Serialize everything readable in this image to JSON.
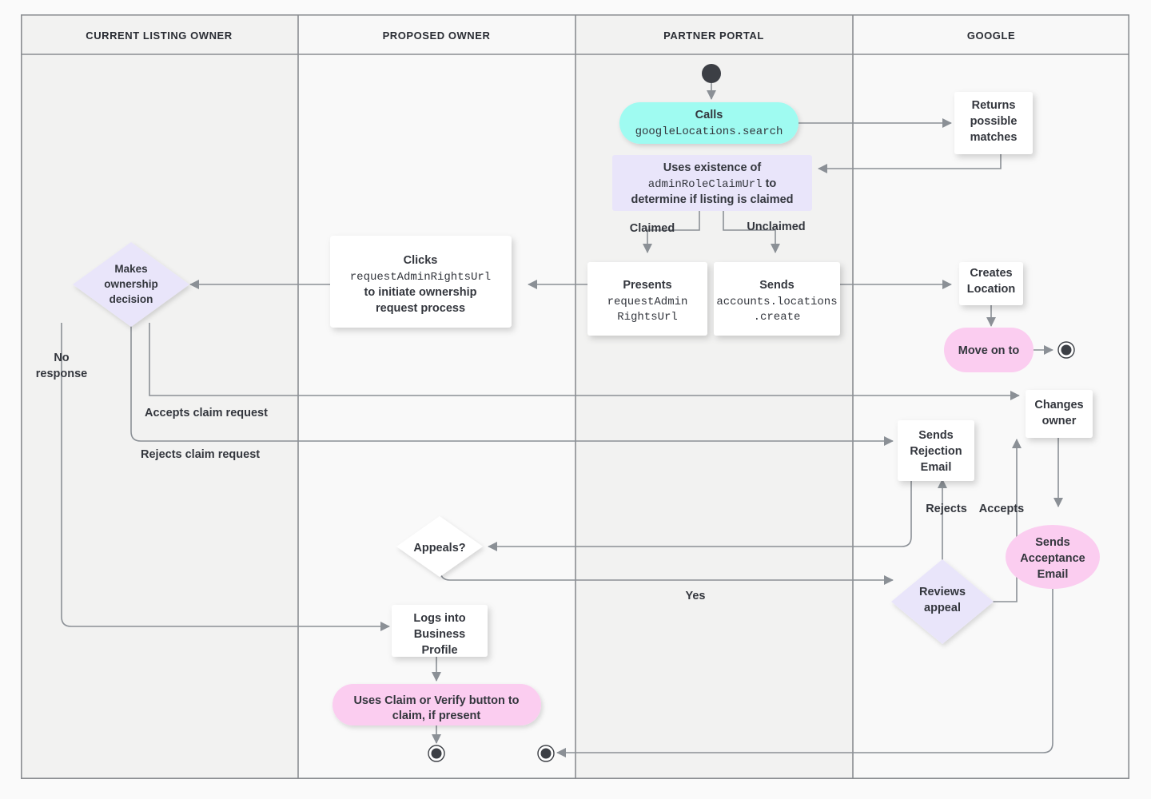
{
  "diagram": {
    "title": "Google Business Profile listing ownership transfer flow",
    "colors": {
      "page_bg": "#fafafa",
      "lane_header_bg": "#f2f2f2",
      "lane_bg_alt": "#f2f2f1",
      "lane_bg": "#f9f9f9",
      "border": "#8a8d91",
      "edge": "#8b9096",
      "text": "#33363d",
      "cyan": "#9ffbf1",
      "lavender": "#e9e5fa",
      "pink": "#fbcdf0",
      "white": "#ffffff",
      "node_dark": "#3c3f45"
    },
    "lanes": [
      {
        "id": "current-listing-owner",
        "label": "CURRENT LISTING OWNER"
      },
      {
        "id": "proposed-owner",
        "label": "PROPOSED OWNER"
      },
      {
        "id": "partner-portal",
        "label": "PARTNER PORTAL"
      },
      {
        "id": "google",
        "label": "GOOGLE"
      }
    ],
    "nodes": {
      "start": {
        "kind": "start-node",
        "label": ""
      },
      "calls_search": {
        "kind": "rounded",
        "color": "cyan",
        "line1": "Calls",
        "line2": "googleLocations.search"
      },
      "returns_matches": {
        "kind": "box",
        "color": "white",
        "line1": "Returns",
        "line2": "possible",
        "line3": "matches"
      },
      "uses_existence": {
        "kind": "box",
        "color": "lavender",
        "line1": "Uses existence of",
        "line2": "adminRoleClaimUrl",
        "line2b": "to",
        "line3": "determine if listing is claimed"
      },
      "presents_url": {
        "kind": "box",
        "color": "white",
        "line1": "Presents",
        "line2": "requestAdmin",
        "line3": "RightsUrl"
      },
      "sends_create": {
        "kind": "box",
        "color": "white",
        "line1": "Sends",
        "line2": "accounts.locations",
        "line3": ".create"
      },
      "creates_location": {
        "kind": "box",
        "color": "white",
        "line1": "Creates",
        "line2": "Location"
      },
      "move_on_to": {
        "kind": "rounded",
        "color": "pink",
        "line1": "Move on to"
      },
      "end_google": {
        "kind": "end-node",
        "label": ""
      },
      "clicks_url": {
        "kind": "box",
        "color": "white",
        "line1": "Clicks",
        "line2": "requestAdminRightsUrl",
        "line3": "to initiate ownership",
        "line4": "request process"
      },
      "makes_decision": {
        "kind": "diamond",
        "color": "lavender",
        "line1": "Makes",
        "line2": "ownership",
        "line3": "decision"
      },
      "changes_owner": {
        "kind": "box",
        "color": "white",
        "line1": "Changes",
        "line2": "owner"
      },
      "sends_rejection": {
        "kind": "box",
        "color": "white",
        "line1": "Sends",
        "line2": "Rejection",
        "line3": "Email"
      },
      "sends_acceptance": {
        "kind": "rounded",
        "color": "pink",
        "line1": "Sends",
        "line2": "Acceptance",
        "line3": "Email"
      },
      "appeals": {
        "kind": "diamond",
        "color": "white",
        "line1": "Appeals?"
      },
      "reviews_appeal": {
        "kind": "diamond",
        "color": "lavender",
        "line1": "Reviews",
        "line2": "appeal"
      },
      "logs_into": {
        "kind": "box",
        "color": "white",
        "line1": "Logs into",
        "line2": "Business",
        "line3": "Profile"
      },
      "uses_claim_verify": {
        "kind": "rounded",
        "color": "pink",
        "line1": "Uses Claim or Verify button to",
        "line2": "claim, if present"
      },
      "end_proposed": {
        "kind": "end-node",
        "label": ""
      },
      "end_partner": {
        "kind": "end-node",
        "label": ""
      }
    },
    "edge_labels": {
      "claimed": "Claimed",
      "unclaimed": "Unclaimed",
      "no_response": "No\nresponse",
      "no_response_l1": "No",
      "no_response_l2": "response",
      "accepts_claim": "Accepts claim request",
      "rejects_claim": "Rejects claim request",
      "rejects": "Rejects",
      "accepts": "Accepts",
      "yes": "Yes"
    }
  }
}
